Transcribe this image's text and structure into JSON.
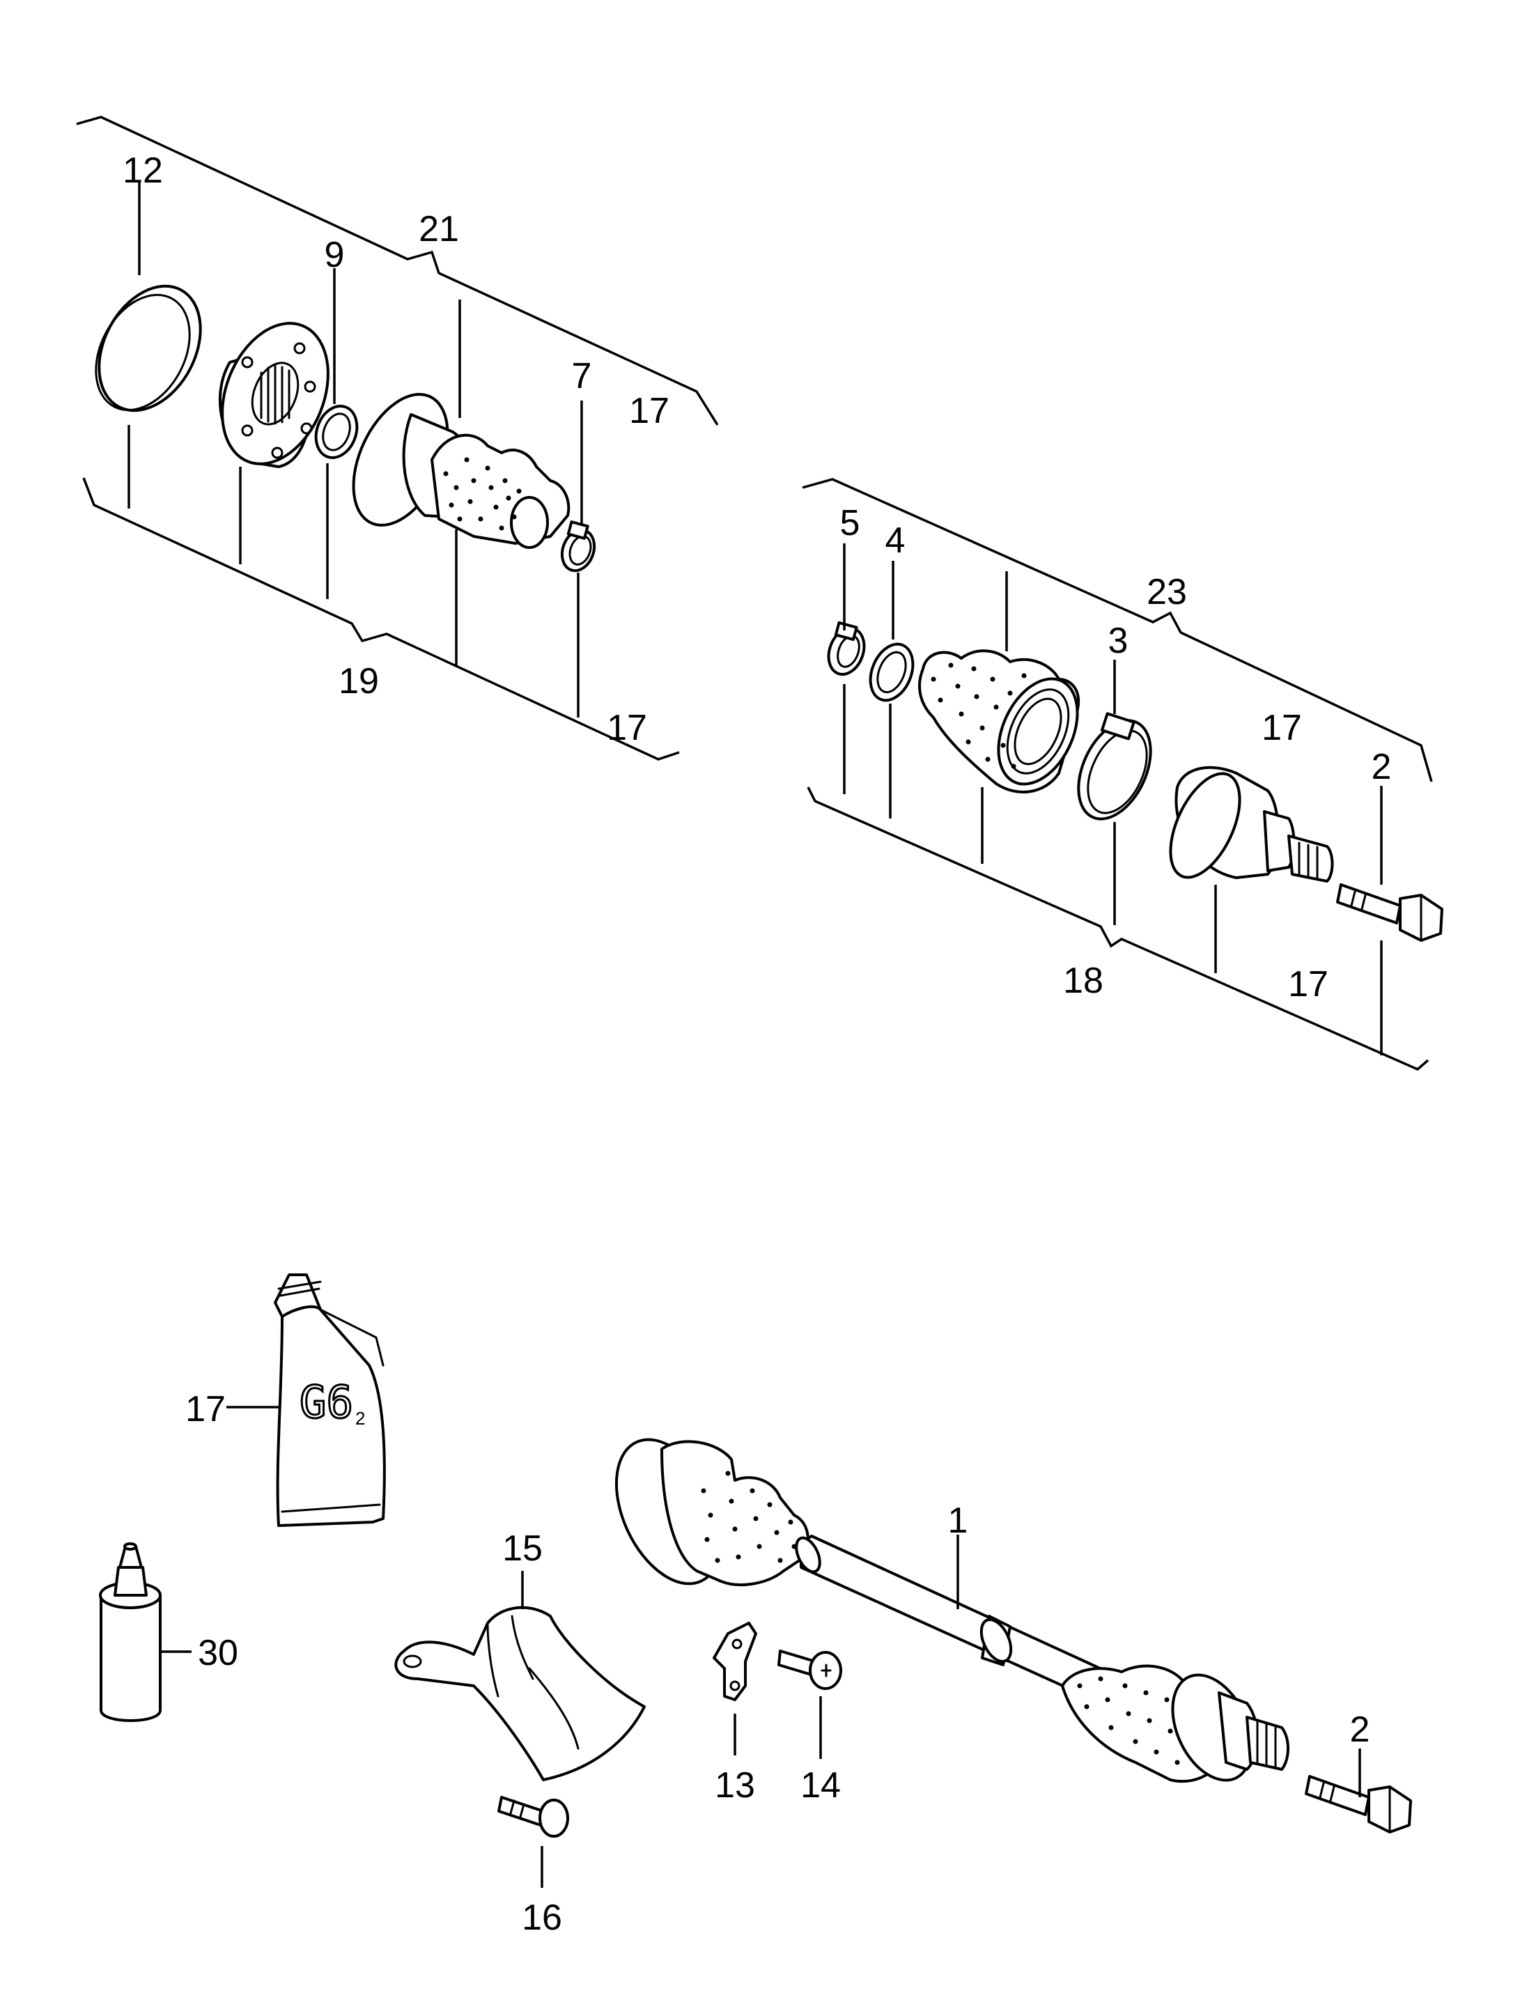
{
  "figure": {
    "groups": [
      {
        "id": "upper-left",
        "labels": [
          "12",
          "21",
          "9",
          "7",
          "17",
          "19",
          "17"
        ]
      },
      {
        "id": "middle-right",
        "labels": [
          "5",
          "4",
          "23",
          "3",
          "17",
          "2",
          "18",
          "17"
        ]
      },
      {
        "id": "lower",
        "labels": [
          "17",
          "30",
          "15",
          "1",
          "13",
          "14",
          "2",
          "16"
        ]
      }
    ],
    "callouts": {
      "c12": "12",
      "c21": "21",
      "c9": "9",
      "c7": "7",
      "c17a": "17",
      "c19": "19",
      "c17b": "17",
      "c5": "5",
      "c4": "4",
      "c23": "23",
      "c3": "3",
      "c17c": "17",
      "c2a": "2",
      "c18": "18",
      "c17d": "17",
      "c17e": "17",
      "c30": "30",
      "c15": "15",
      "c1": "1",
      "c13": "13",
      "c14": "14",
      "c2b": "2",
      "c16": "16"
    },
    "tube_text": "G6",
    "tube_subscript": "2"
  }
}
